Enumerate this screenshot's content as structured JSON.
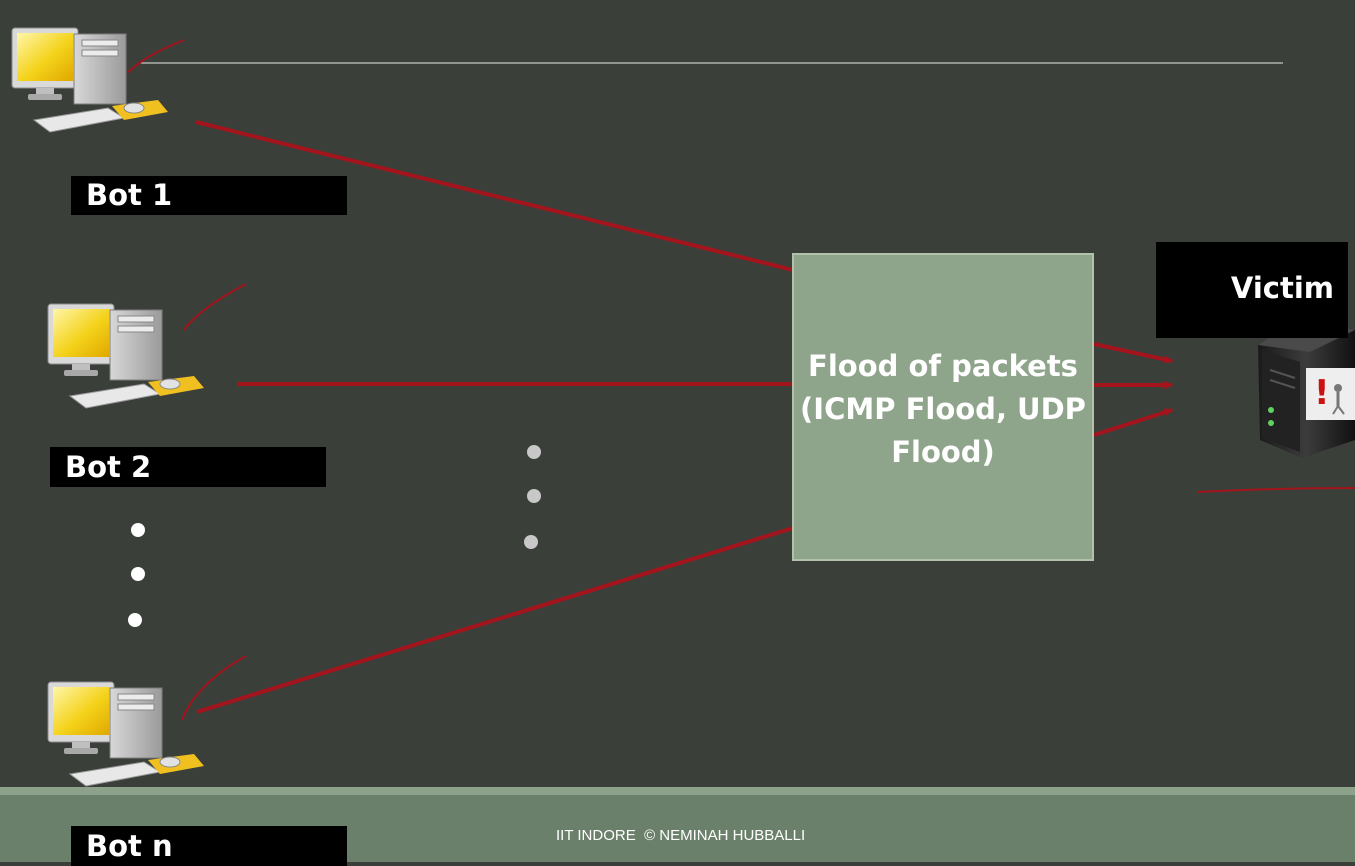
{
  "bots": [
    {
      "label": "Bot 1"
    },
    {
      "label": "Bot 2"
    },
    {
      "label": "Bot n"
    }
  ],
  "victim": {
    "label": "Victim"
  },
  "flood_box": {
    "line1": "Flood of packets",
    "line2": "(ICMP Flood, UDP",
    "line3": "Flood)"
  },
  "footer": {
    "text": "IIT INDORE  © NEMINAH HUBBALLI"
  },
  "colors": {
    "background": "#3a3f3a",
    "arrow": "#a3141c",
    "flood_box": "#8fa58b",
    "footer": "#6b806a",
    "label_bg": "#000000"
  },
  "icons": [
    "desktop-computer-icon",
    "server-tower-icon",
    "warning-icon"
  ]
}
